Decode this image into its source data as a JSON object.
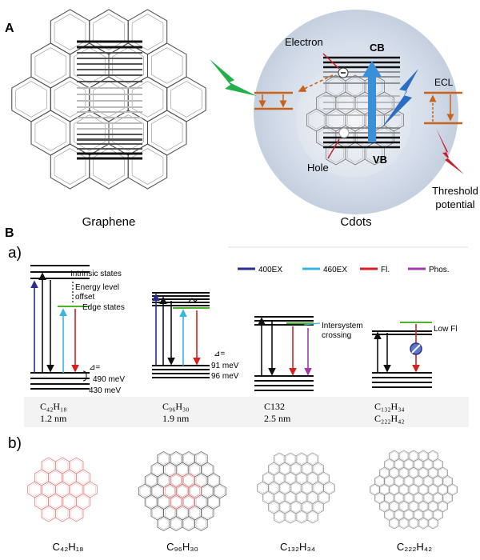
{
  "panel_a": {
    "label": "A",
    "graphene_caption": "Graphene",
    "cdots_caption": "Cdots",
    "electron_label": "Electron",
    "cb_label": "CB",
    "vb_label": "VB",
    "hole_label": "Hole",
    "ecl_label": "ECL",
    "threshold_line1": "Threshold",
    "threshold_line2": "potential",
    "colors": {
      "orange": "#c8631c",
      "blue": "#3a8fd6",
      "green": "#22b04a",
      "red": "#c8202a",
      "halo": "#cfd8e6"
    }
  },
  "panel_b": {
    "label": "B",
    "sub_a": "a)",
    "sub_b": "b)",
    "legend": [
      {
        "label": "400EX",
        "color": "#2b2d8c"
      },
      {
        "label": "460EX",
        "color": "#37b6e0"
      },
      {
        "label": "Fl.",
        "color": "#d62020"
      },
      {
        "label": "Phos.",
        "color": "#a23aa8"
      }
    ],
    "annotations": {
      "intrinsic": "Intrinsic states",
      "energy1": "Energy level",
      "energy2": "offset",
      "edge": "Edge states",
      "delta1": "⊿=",
      "delta1_v1": "490 meV",
      "delta1_v2": "430 meV",
      "delta2": "⊿=",
      "delta2_v1": "91 meV",
      "delta2_v2": "96 meV",
      "isc1": "Intersystem",
      "isc2": "crossing",
      "lowfl": "Low Fl"
    },
    "columns": [
      {
        "formula": "C₄₂H₁₈",
        "size": "1.2 nm"
      },
      {
        "formula": "C₉₆H₃₀",
        "size": "1.9 nm"
      },
      {
        "formula": "C132",
        "size": "2.5 nm"
      },
      {
        "formula": "C₁₃₂H₃₄",
        "size": "C₂₂₂H₄₂"
      }
    ],
    "structures": [
      {
        "formula": "C₄₂H₁₈",
        "color": "#e07070"
      },
      {
        "formula": "C₉₆H₃₀",
        "color": "#555555"
      },
      {
        "formula": "C₁₃₂H₃₄",
        "color": "#888888"
      },
      {
        "formula": "C₂₂₂H₄₂",
        "color": "#888888"
      }
    ]
  }
}
